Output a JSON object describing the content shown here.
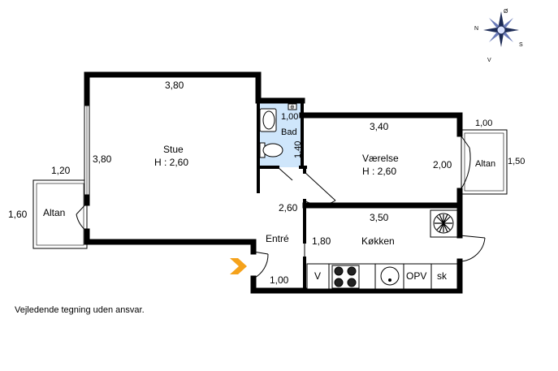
{
  "rooms": {
    "stue": {
      "name": "Stue",
      "height": "H : 2,60",
      "width_dim": "3,80",
      "depth_dim": "3,80"
    },
    "vaerelse": {
      "name": "Værelse",
      "height": "H : 2,60",
      "width_dim": "3,40",
      "depth_dim": "2,00"
    },
    "bad": {
      "name": "Bad",
      "width_dim": "1,00",
      "depth_dim": "1,40"
    },
    "koekken": {
      "name": "Køkken",
      "width_dim": "3,50",
      "depth_dim": "1,80"
    },
    "entre": {
      "name": "Entré",
      "width_dim": "1,00",
      "depth_dim": "2,60"
    },
    "altan_left": {
      "name": "Altan",
      "width_dim": "1,20",
      "depth_dim": "1,60"
    },
    "altan_right": {
      "name": "Altan",
      "width_dim": "1,00",
      "depth_dim": "1,50"
    }
  },
  "appliances": {
    "fridge": "V",
    "dishwasher": "OPV",
    "cabinet": "sk"
  },
  "compass": {
    "north": "N",
    "south": "S",
    "west": "V",
    "east": "Ø"
  },
  "colors": {
    "wall": "#000000",
    "bathroom": "#cfe6fb",
    "entrance_arrow": "#f5a21b"
  },
  "disclaimer": "Vejledende tegning uden ansvar."
}
